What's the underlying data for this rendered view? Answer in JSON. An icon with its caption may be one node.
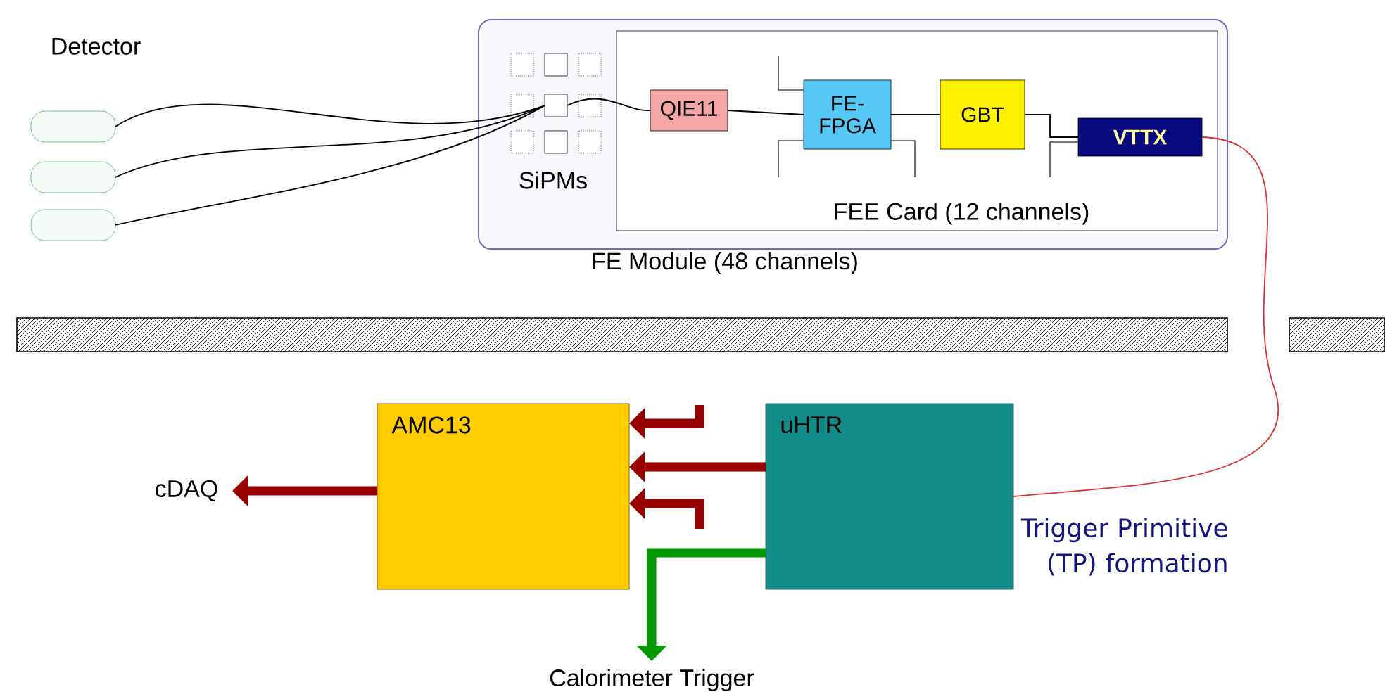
{
  "diagram": {
    "nodes": [
      {
        "text": [
          "FE Module (48 channels)"
        ]
      },
      {
        "text": [],
        "shape": "box",
        "in": 0
      },
      {
        "text": [
          "FEE Card (12 channels)"
        ],
        "in": 0
      },
      {
        "text": [
          "QIE11"
        ],
        "in": 2
      },
      {
        "text": [
          "FE-FPGA"
        ],
        "in": 2
      },
      {
        "text": [
          "GBT"
        ],
        "in": 2
      },
      {
        "text": [
          "VTTX"
        ],
        "in": 2
      },
      {
        "text": [],
        "shape": "capsule"
      },
      {
        "text": [],
        "shape": "capsule"
      },
      {
        "text": [],
        "shape": "capsule"
      },
      {
        "text": [
          "AMC13"
        ]
      },
      {
        "text": [
          "uHTR"
        ],
        "beside": [
          "Trigger Primitive (TP) formation"
        ]
      },
      {
        "text": [
          "cDAQ"
        ]
      },
      {
        "text": [
          "Calorimeter Trigger"
        ]
      }
    ],
    "edges": [
      {
        "from": 7,
        "to": 1,
        "arrow": "none"
      },
      {
        "from": 8,
        "to": 1,
        "arrow": "none"
      },
      {
        "from": 9,
        "to": 1,
        "arrow": "none"
      },
      {
        "from": 1,
        "to": 3,
        "arrow": "none"
      },
      {
        "from": 3,
        "to": 4,
        "arrow": "none"
      },
      {
        "from": 4,
        "to": 5,
        "arrow": "none"
      },
      {
        "from": 5,
        "to": 6,
        "arrow": "none"
      },
      {
        "from": 6,
        "to": 11,
        "arrow": "none",
        "color": "#e03030"
      },
      {
        "from": null,
        "to": 10,
        "arrow": "to",
        "style": "thick",
        "color": "#990000"
      },
      {
        "from": 11,
        "to": 10,
        "arrow": "to",
        "style": "thick",
        "color": "#990000"
      },
      {
        "from": null,
        "to": 10,
        "arrow": "to",
        "style": "thick",
        "color": "#990000"
      },
      {
        "from": 10,
        "to": 12,
        "arrow": "to",
        "style": "thick",
        "color": "#990000"
      },
      {
        "from": 11,
        "to": 13,
        "arrow": "to",
        "style": "thick",
        "color": "#009900"
      }
    ],
    "labels": [
      "Detector",
      "SiPMs"
    ]
  }
}
